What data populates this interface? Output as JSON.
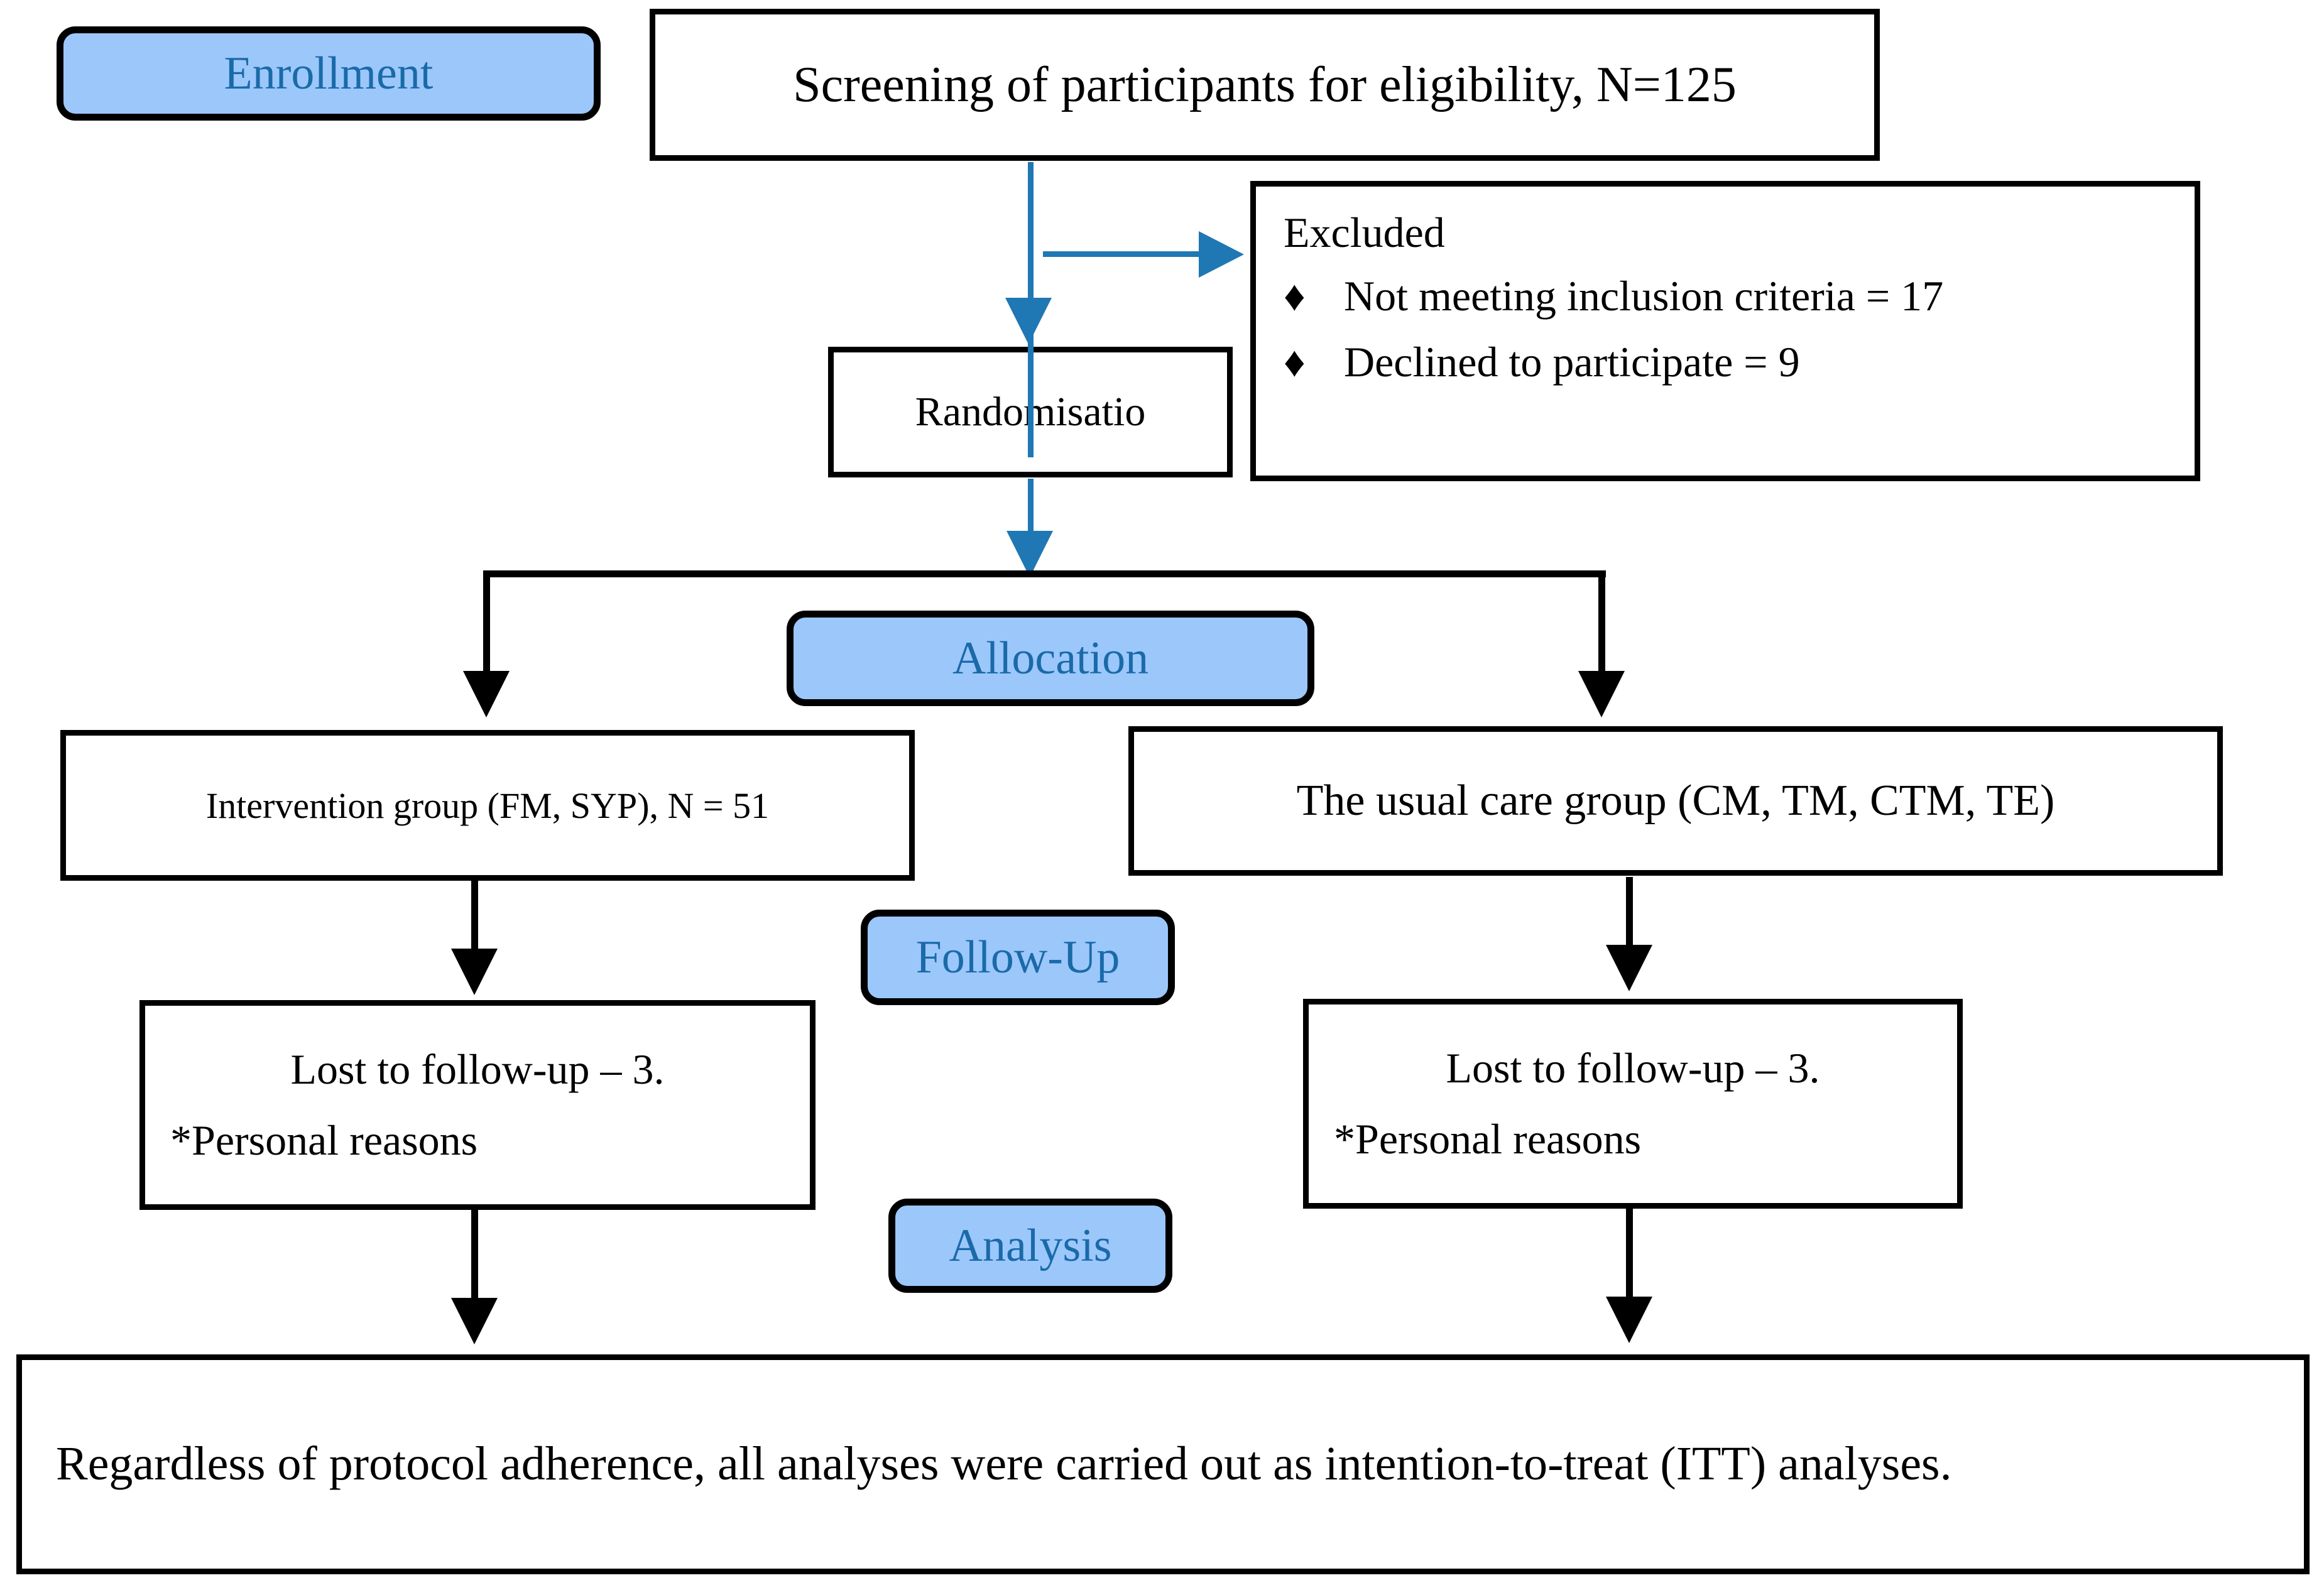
{
  "diagram": {
    "title": "CONSORT participant flow diagram",
    "colors": {
      "stage_fill": "#9CC7FB",
      "stage_text": "#1A6AA8",
      "blue_arrow": "#1F77B4",
      "black_line": "#000000",
      "box_border": "#000000",
      "box_fill": "#FFFFFF"
    }
  },
  "stages": {
    "enrollment": "Enrollment",
    "allocation": "Allocation",
    "followup": "Follow-Up",
    "analysis": "Analysis"
  },
  "nodes": {
    "screening": "Screening of participants for eligibility, N=125",
    "randomisation": "Randomisatio",
    "excluded": {
      "title": "Excluded",
      "bullet_glyph": "♦",
      "items": [
        "Not meeting inclusion criteria = 17",
        "Declined to participate = 9"
      ]
    },
    "intervention_group": "Intervention group (FM, SYP), N = 51",
    "usual_care_group": "The usual care group (CM, TM, CTM, TE)",
    "lost_left": {
      "line1": "Lost to follow-up – 3.",
      "line2": "*Personal reasons"
    },
    "lost_right": {
      "line1": "Lost to follow-up – 3.",
      "line2": "*Personal reasons"
    },
    "itt": "Regardless of protocol adherence, all analyses were carried out as intention-to-treat (ITT) analyses."
  }
}
